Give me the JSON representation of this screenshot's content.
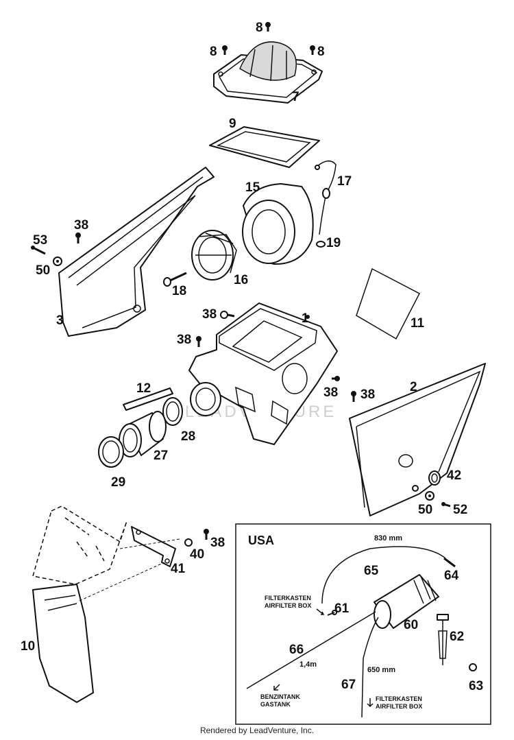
{
  "labels": {
    "p1": "1",
    "p2": "2",
    "p3": "3",
    "p7": "7",
    "p8a": "8",
    "p8b": "8",
    "p8c": "8",
    "p9": "9",
    "p10": "10",
    "p11": "11",
    "p12": "12",
    "p15": "15",
    "p16": "16",
    "p17": "17",
    "p18": "18",
    "p19": "19",
    "p27": "27",
    "p28": "28",
    "p29": "29",
    "p38a": "38",
    "p38b": "38",
    "p38c": "38",
    "p38d": "38",
    "p38e": "38",
    "p38f": "38",
    "p40": "40",
    "p41": "41",
    "p42": "42",
    "p50a": "50",
    "p50b": "50",
    "p52": "52",
    "p53": "53"
  },
  "usa_box": {
    "title": "USA",
    "p60": "60",
    "p61": "61",
    "p62": "62",
    "p63": "63",
    "p64": "64",
    "p65": "65",
    "p66": "66",
    "p67": "67",
    "len_830": "830 mm",
    "len_650": "650 mm",
    "len_14": "1,4m",
    "filter_de_1": "FILTERKASTEN",
    "filter_en_1": "AIRFILTER BOX",
    "filter_de_2": "FILTERKASTEN",
    "filter_en_2": "AIRFILTER BOX",
    "tank_de": "BENZINTANK",
    "tank_en": "GASTANK"
  },
  "watermark": "LEADVENTURE",
  "footer": "Rendered by LeadVenture, Inc."
}
